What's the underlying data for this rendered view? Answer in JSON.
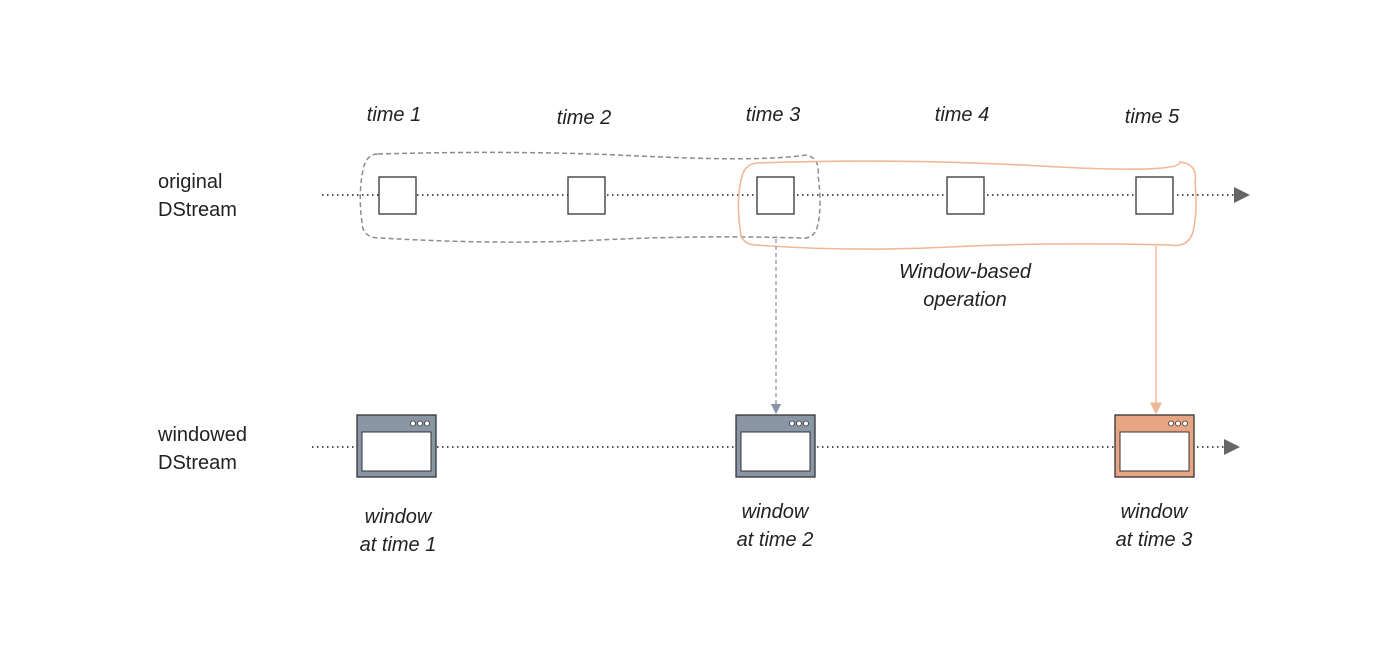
{
  "time_labels": [
    "time 1",
    "time 2",
    "time 3",
    "time 4",
    "time 5"
  ],
  "rows": {
    "original": [
      "original",
      "DStream"
    ],
    "windowed": [
      "windowed",
      "DStream"
    ]
  },
  "operation_label": [
    "Window-based",
    "operation"
  ],
  "windows": [
    {
      "line1": "window",
      "line2": "at time 1"
    },
    {
      "line1": "window",
      "line2": "at time 2"
    },
    {
      "line1": "window",
      "line2": "at time 3"
    }
  ],
  "colors": {
    "line": "#555555",
    "box_stroke": "#333333",
    "window_gray": "#8a95a6",
    "window_orange": "#e8a583",
    "outline_gray": "#8c8c8c",
    "outline_orange": "#f0b896"
  }
}
